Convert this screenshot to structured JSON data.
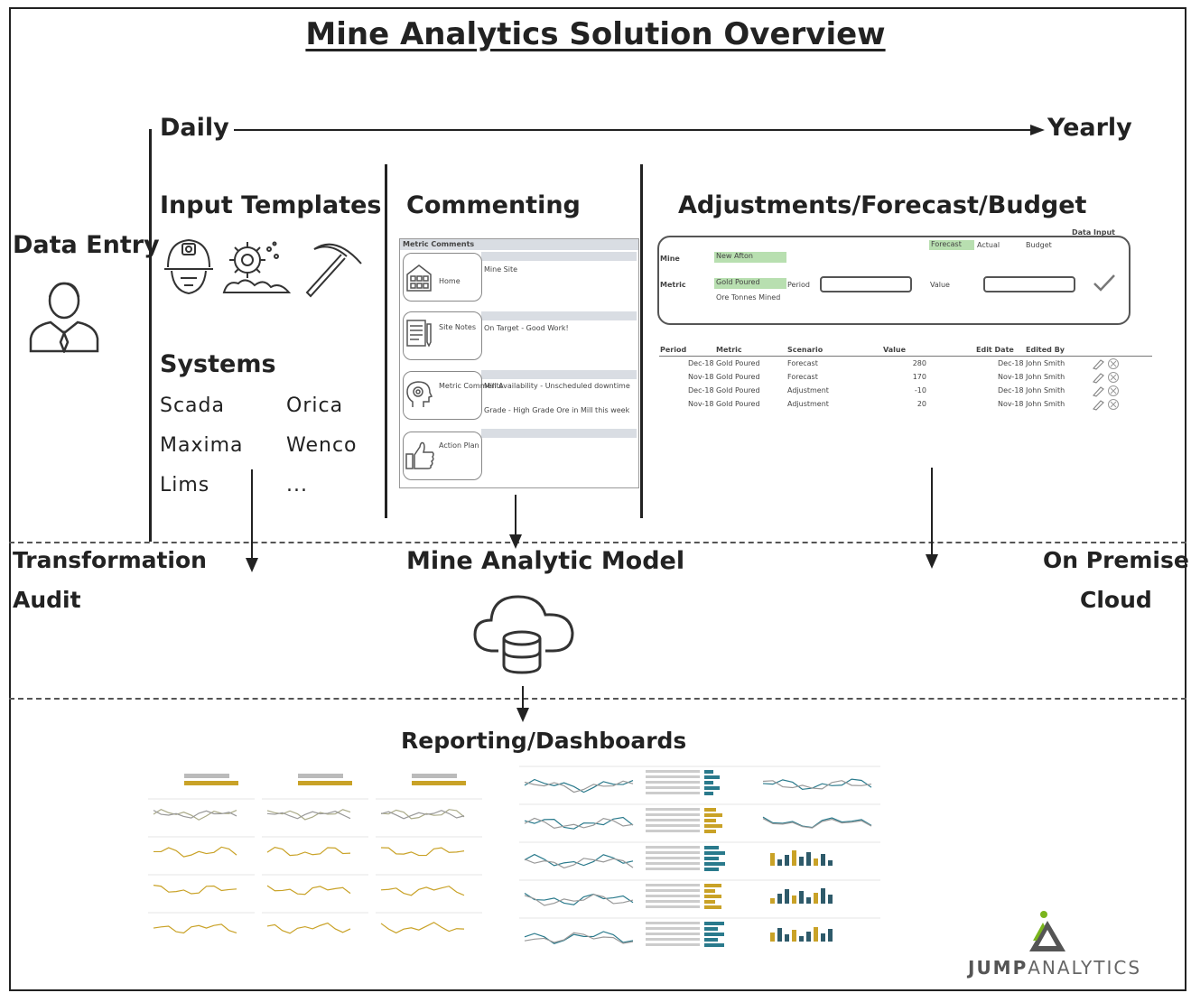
{
  "title": "Mine Analytics Solution Overview",
  "timeline": {
    "start": "Daily",
    "end": "Yearly"
  },
  "rows": {
    "data_entry": "Data Entry",
    "transformation": "Transformation",
    "audit": "Audit",
    "on_premise": "On Premise",
    "cloud": "Cloud"
  },
  "sections": {
    "input_templates": "Input Templates",
    "systems": "Systems",
    "commenting": "Commenting",
    "adjustments": "Adjustments/Forecast/Budget",
    "model": "Mine Analytic Model",
    "reporting": "Reporting/Dashboards"
  },
  "systems_list": [
    "Scada",
    "Orica",
    "Maxima",
    "Wenco",
    "Lims",
    "..."
  ],
  "commenting_panel": {
    "header": "Metric Comments",
    "cards": [
      {
        "label": "Home",
        "comments": [
          "Mine Site"
        ]
      },
      {
        "label": "Site Notes",
        "comments": [
          "On Target - Good Work!"
        ]
      },
      {
        "label": "Metric Comments",
        "comments": [
          "Mill Availability - Unscheduled downtime",
          "Grade - High Grade Ore in Mill this week"
        ]
      },
      {
        "label": "Action Plan",
        "comments": []
      }
    ]
  },
  "data_input_form": {
    "header": "Data Input",
    "tabs": [
      "Forecast",
      "Actual",
      "Budget"
    ],
    "mine_label": "Mine",
    "mine_value": "New Afton",
    "metric_label": "Metric",
    "metric_values": [
      "Gold Poured",
      "Ore Tonnes Mined"
    ],
    "period_label": "Period",
    "value_label": "Value",
    "table_headers": [
      "Period",
      "Metric",
      "Scenario",
      "Value",
      "Edit Date",
      "Edited By"
    ],
    "table_rows": [
      [
        "Dec-18",
        "Gold Poured",
        "Forecast",
        "280",
        "Dec-18",
        "John Smith"
      ],
      [
        "Nov-18",
        "Gold Poured",
        "Forecast",
        "170",
        "Nov-18",
        "John Smith"
      ],
      [
        "Dec-18",
        "Gold Poured",
        "Adjustment",
        "-10",
        "Dec-18",
        "John Smith"
      ],
      [
        "Nov-18",
        "Gold Poured",
        "Adjustment",
        "20",
        "Nov-18",
        "John Smith"
      ]
    ]
  },
  "logo": {
    "bold": "JUMP",
    "light": "ANALYTICS"
  },
  "colors": {
    "line": "#222222",
    "green_highlight": "#b8dfb0",
    "dash_gold": "#c9a227",
    "dash_teal": "#2a7a8c",
    "logo_green": "#7ab51d",
    "logo_gray": "#555555"
  },
  "icons": [
    "person-icon",
    "miner-helmet-icon",
    "gear-ore-icon",
    "pickaxe-icon",
    "cloud-database-icon"
  ]
}
